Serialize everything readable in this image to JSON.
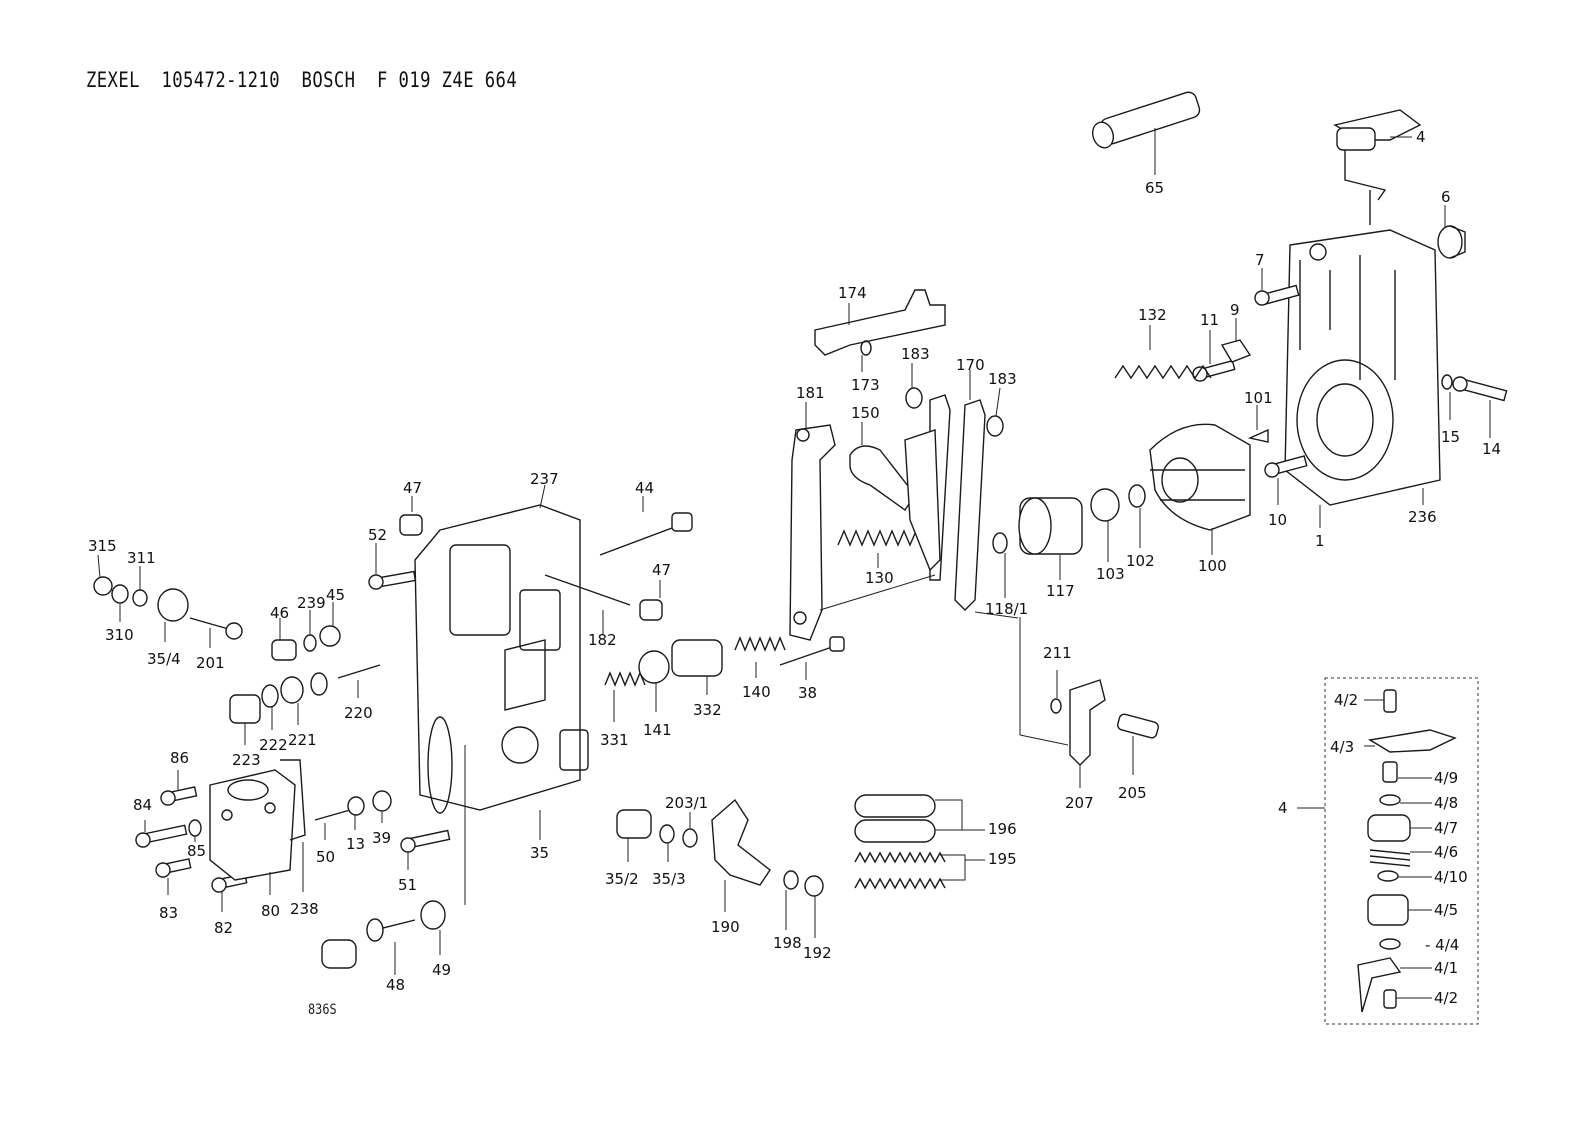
{
  "header": {
    "title": "ZEXEL  105472-1210  BOSCH  F 019 Z4E 664"
  },
  "footer": {
    "code": "836S"
  },
  "labels": {
    "p65": "65",
    "p4": "4",
    "p6": "6",
    "p7": "7",
    "p9": "9",
    "p11": "11",
    "p132": "132",
    "p174": "174",
    "p173": "173",
    "p183a": "183",
    "p183b": "183",
    "p170": "170",
    "p181": "181",
    "p150": "150",
    "p101": "101",
    "p15": "15",
    "p14": "14",
    "p10": "10",
    "p1": "1",
    "p236": "236",
    "p100": "100",
    "p102": "102",
    "p103": "103",
    "p117": "117",
    "p118_1": "118/1",
    "p130": "130",
    "p237": "237",
    "p47a": "47",
    "p47b": "47",
    "p44": "44",
    "p52": "52",
    "p315": "315",
    "p311": "311",
    "p310": "310",
    "p35_4": "35/4",
    "p201": "201",
    "p46": "46",
    "p239": "239",
    "p45": "45",
    "p182": "182",
    "p220": "220",
    "p223": "223",
    "p222": "222",
    "p221": "221",
    "p331": "331",
    "p141": "141",
    "p332": "332",
    "p140": "140",
    "p38": "38",
    "p211": "211",
    "p207": "207",
    "p205": "205",
    "p86": "86",
    "p84": "84",
    "p85": "85",
    "p83": "83",
    "p82": "82",
    "p80": "80",
    "p238": "238",
    "p50": "50",
    "p13": "13",
    "p39": "39",
    "p51": "51",
    "p35": "35",
    "p48": "48",
    "p49": "49",
    "p35_2": "35/2",
    "p35_3": "35/3",
    "p203_1": "203/1",
    "p190": "190",
    "p198": "198",
    "p192": "192",
    "p196": "196",
    "p195": "195",
    "p4_main": "4",
    "p4_2a": "4/2",
    "p4_3": "4/3",
    "p4_9": "4/9",
    "p4_8": "4/8",
    "p4_7": "4/7",
    "p4_6": "4/6",
    "p4_10": "4/10",
    "p4_5": "4/5",
    "p4_4": "- 4/4",
    "p4_1": "4/1",
    "p4_2b": "4/2"
  }
}
